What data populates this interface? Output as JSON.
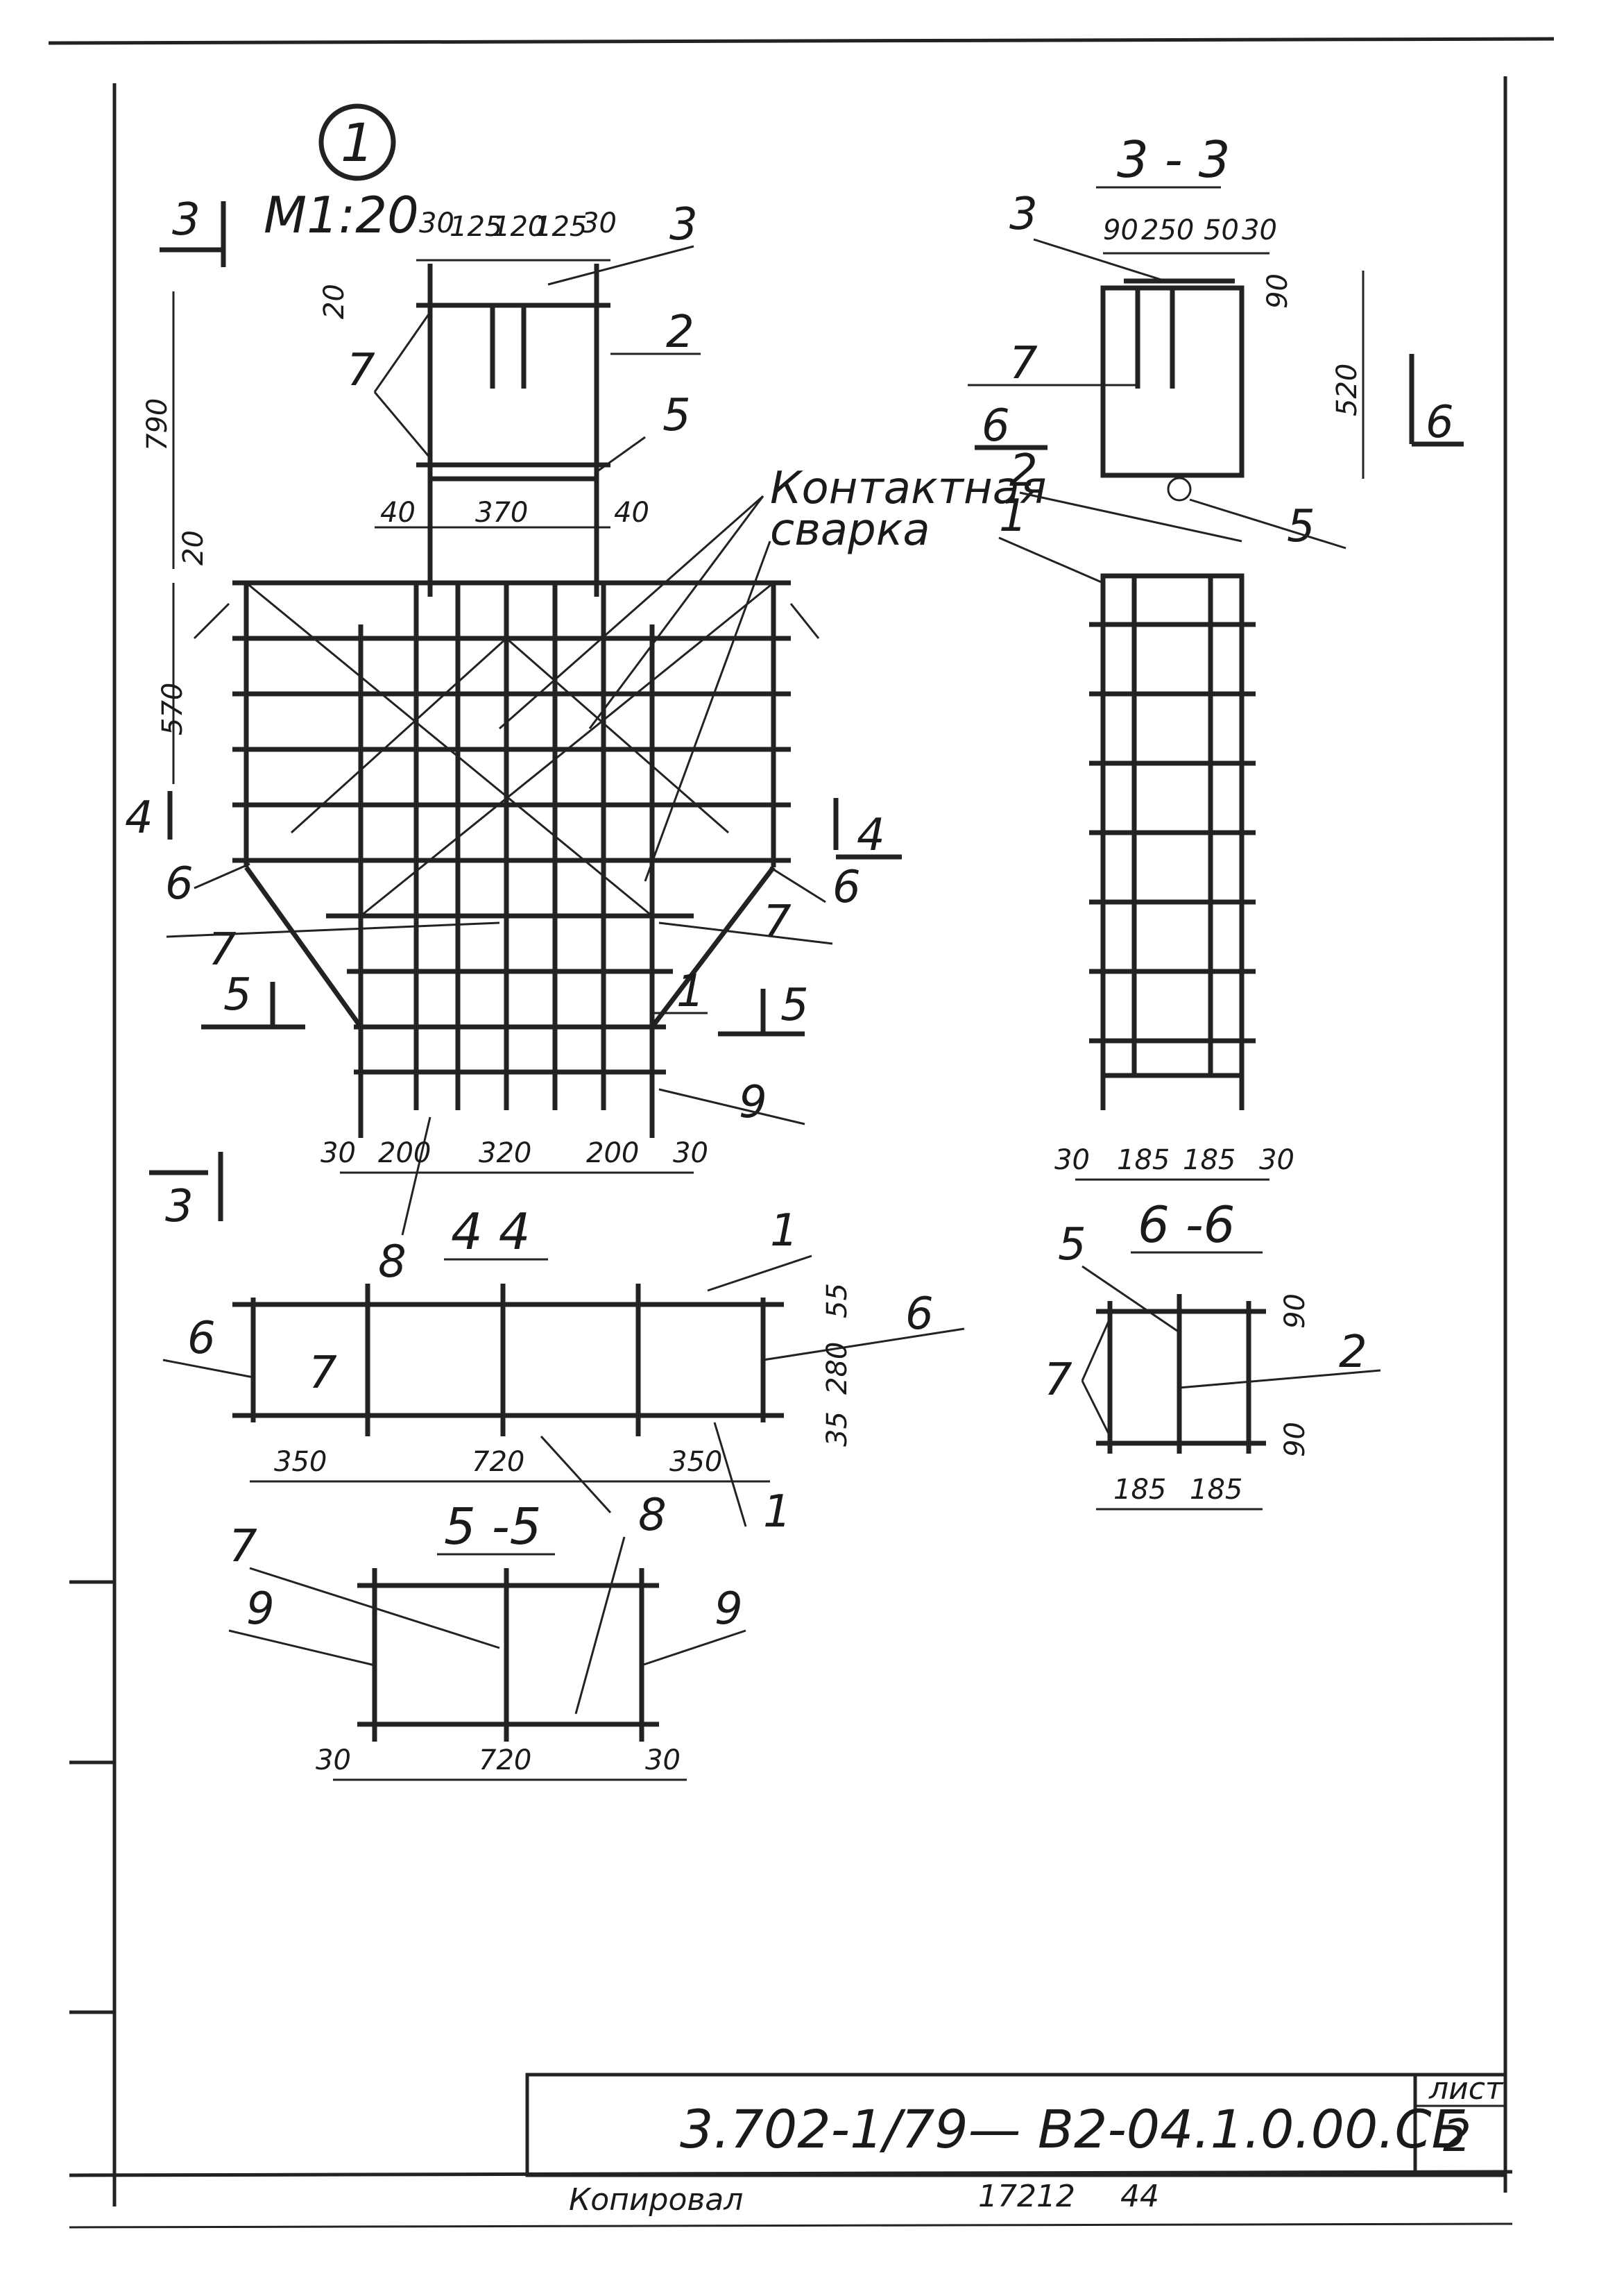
{
  "drawing": {
    "main_view_number": "1",
    "scale": "M1:20",
    "note_line1": "Контактная",
    "note_line2": "сварка",
    "section_marks": {
      "s3": "3",
      "s4": "4",
      "s5": "5",
      "s6": "6"
    },
    "section_titles": {
      "t33": "3 - 3",
      "t44": "4 4",
      "t55": "5 -5",
      "t66": "6 -6"
    },
    "main_view_dims": {
      "top_row": [
        "30",
        "125",
        "120",
        "125",
        "30"
      ],
      "d20a": "20",
      "d790": "790",
      "d20b": "20",
      "d570": "570",
      "d40a": "40",
      "d370": "370",
      "d40b": "40",
      "bottom_row": [
        "30",
        "200",
        "320",
        "200",
        "30"
      ]
    },
    "view33_dims": {
      "top_row": [
        "90",
        "250",
        "50",
        "30"
      ],
      "d90": "90",
      "d520": "520",
      "bottom_row": [
        "30",
        "185",
        "185",
        "30"
      ]
    },
    "view44_dims": {
      "d55": "55",
      "d280": "280",
      "d35": "35",
      "bottom_row": [
        "350",
        "720",
        "350"
      ]
    },
    "view55_dims": [
      "30",
      "720",
      "30"
    ],
    "view66_dims": {
      "d90a": "90",
      "d90b": "90",
      "bottom_row": [
        "185",
        "185"
      ]
    },
    "positions": {
      "p1": "1",
      "p2": "2",
      "p3": "3",
      "p5": "5",
      "p6": "6",
      "p7": "7",
      "p8": "8",
      "p9": "9"
    }
  },
  "title_block": {
    "document_code": "3.702-1/79— В2-04.1.0.00.СБ",
    "sheet_label": "лист",
    "sheet_number": "2",
    "copied_by": "Копировал",
    "order_number": "17212",
    "format": "44"
  }
}
